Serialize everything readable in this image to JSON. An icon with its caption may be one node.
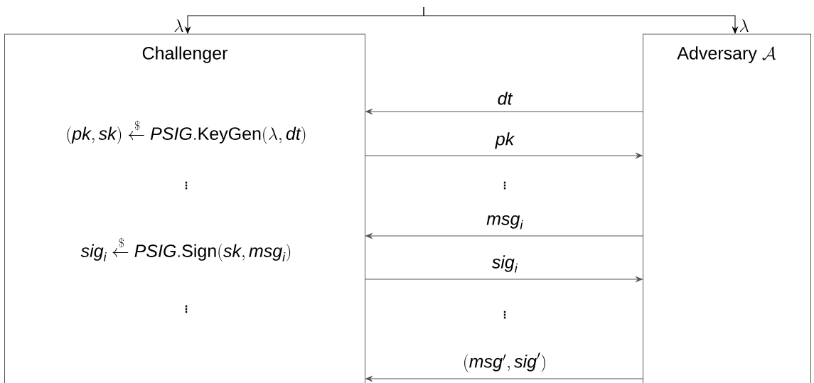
{
  "diagram": {
    "nodes": [
      {
        "text": [
          "Challenger",
          "(\\textit{pk}, \\textit{sk}) \\xleftarrow{\\$} \\textit{PSIG}.\\textsc{KeyGen}(\\lambda, \\textit{dt})",
          "\\vdots",
          "\\textit{sig}_{\\textit{i}} \\xleftarrow{\\$} \\textit{PSIG}.\\textsc{Sign}(\\textit{sk}, \\textit{msg}_{\\textit{i}})",
          "\\vdots"
        ]
      },
      {
        "text": [
          "\\text{Adversary }\\mathcal{A}"
        ]
      }
    ],
    "edges": [
      {
        "from": 1,
        "to": 0,
        "arrow": "to",
        "label": "\\textit{dt}"
      },
      {
        "from": 0,
        "to": 1,
        "arrow": "to",
        "label": "\\textit{pk}"
      },
      {
        "from": 1,
        "to": 0,
        "arrow": "to",
        "label": "\\textit{msg}_{\\textit{i}}"
      },
      {
        "from": 0,
        "to": 1,
        "arrow": "to",
        "label": "\\textit{sig}_{\\textit{i}}"
      },
      {
        "from": 1,
        "to": 0,
        "arrow": "to",
        "label": "(\\textit{msg}', \\textit{sig}')"
      },
      {
        "from": null,
        "to": 0,
        "arrow": "to",
        "label": "\\lambda"
      },
      {
        "from": null,
        "to": 1,
        "arrow": "to",
        "label": "\\lambda"
      }
    ],
    "labels": [
      "\\vdots",
      "\\vdots"
    ]
  }
}
